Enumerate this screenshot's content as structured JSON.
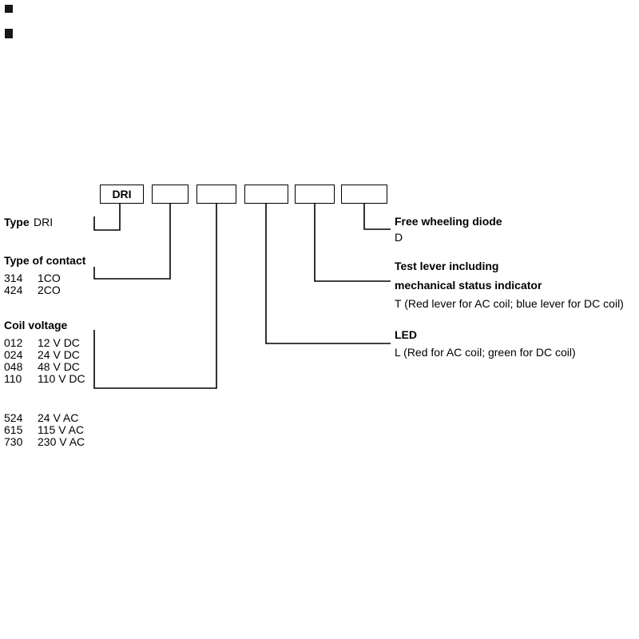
{
  "boxes": [
    {
      "label": "DRI"
    },
    {
      "label": ""
    },
    {
      "label": ""
    },
    {
      "label": ""
    },
    {
      "label": ""
    },
    {
      "label": ""
    }
  ],
  "type_row": {
    "label": "Type",
    "value": "DRI"
  },
  "contact": {
    "title": "Type of contact",
    "rows": [
      {
        "code": "314",
        "desc": "1CO"
      },
      {
        "code": "424",
        "desc": "2CO"
      }
    ]
  },
  "coil": {
    "title": "Coil voltage",
    "dc": [
      {
        "code": "012",
        "desc": "12 V DC"
      },
      {
        "code": "024",
        "desc": "24 V DC"
      },
      {
        "code": "048",
        "desc": "48 V DC"
      },
      {
        "code": "110",
        "desc": "110 V DC"
      }
    ],
    "ac": [
      {
        "code": "524",
        "desc": "24 V AC"
      },
      {
        "code": "615",
        "desc": "115 V AC"
      },
      {
        "code": "730",
        "desc": "230 V AC"
      }
    ]
  },
  "diode": {
    "title": "Free wheeling diode",
    "value": "D"
  },
  "test_lever": {
    "title1": "Test lever including",
    "title2": "mechanical status indicator",
    "value": "T (Red lever for AC coil; blue lever for DC coil)"
  },
  "led": {
    "title": "LED",
    "value": "L (Red for AC coil; green for DC coil)"
  },
  "colors": {
    "ink": "#000000",
    "background": "#ffffff"
  }
}
